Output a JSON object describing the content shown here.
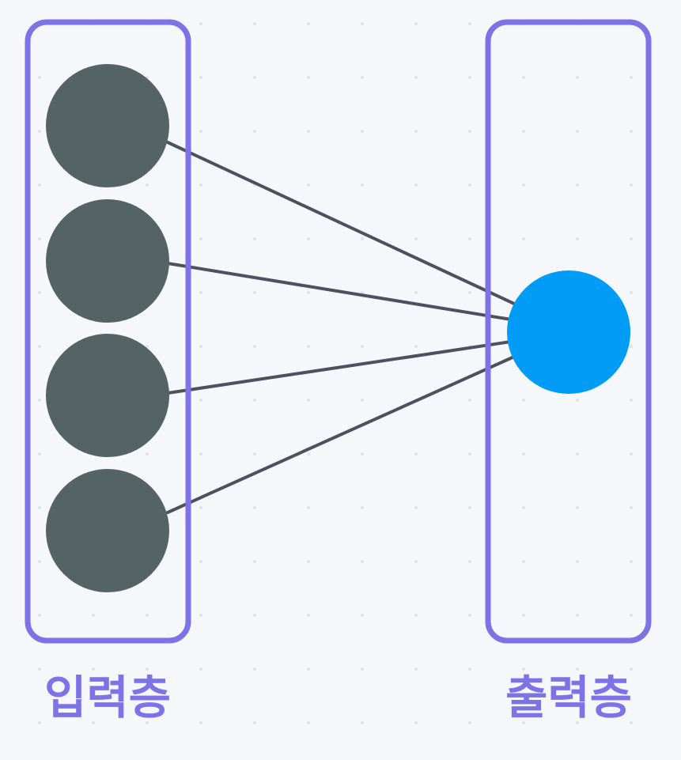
{
  "colors": {
    "background": "#f6f7fa",
    "grid_dot": "#e3e5ea",
    "layer_border": "#7d72e6",
    "input_node": "#546465",
    "output_node": "#009cf6",
    "connection": "#4c5160",
    "label": "#7d72e6"
  },
  "input_layer": {
    "label": "입력층",
    "node_count": 4
  },
  "output_layer": {
    "label": "출력층",
    "node_count": 1
  }
}
